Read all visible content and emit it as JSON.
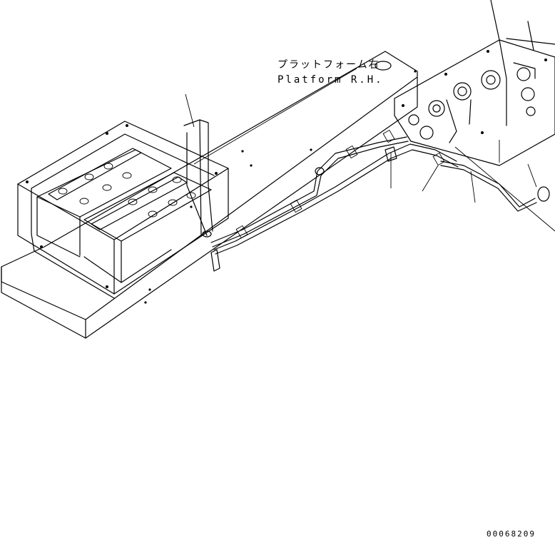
{
  "labels": {
    "platform_jp": "プラットフォーム右",
    "platform_en": "Platform R.H."
  },
  "drawing_number": "00068209"
}
